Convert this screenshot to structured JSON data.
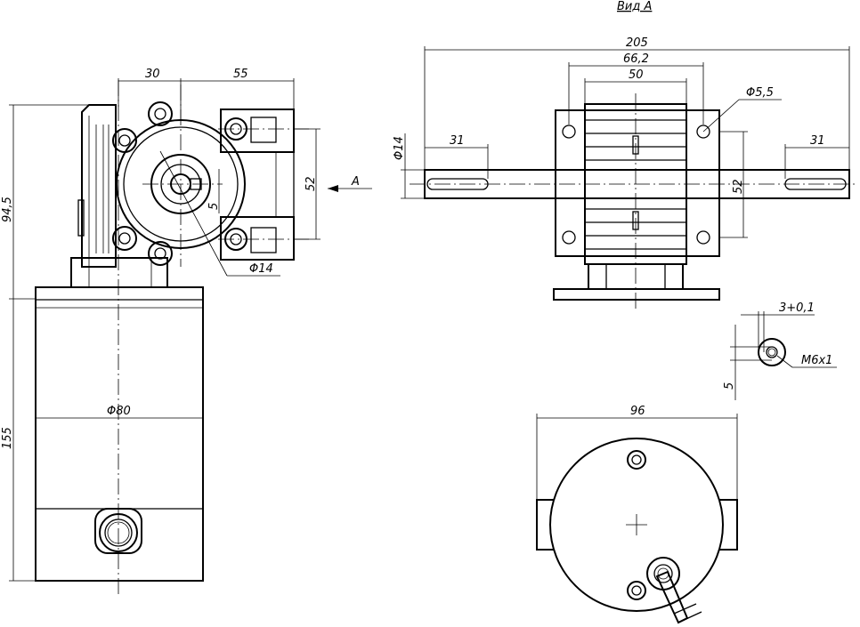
{
  "view_label": "Вид А",
  "arrow_label": "А",
  "dimensions": {
    "gear_width_left": "30",
    "gear_width_right": "55",
    "total_height_upper": "94,5",
    "total_height_lower": "155",
    "motor_diameter": "Φ80",
    "shaft_diameter_side": "Φ14",
    "key_width": "5",
    "flange_spacing_side": "52",
    "overall_length": "205",
    "flange_width": "66,2",
    "body_width": "50",
    "mounting_hole": "Φ5,5",
    "shaft_diameter_front": "Φ14",
    "shaft_length_left": "31",
    "shaft_length_right": "31",
    "flange_spacing_front": "52",
    "hole_depth": "3+0,1",
    "thread": "M6x1",
    "detail_offset": "5",
    "rear_width": "96"
  }
}
